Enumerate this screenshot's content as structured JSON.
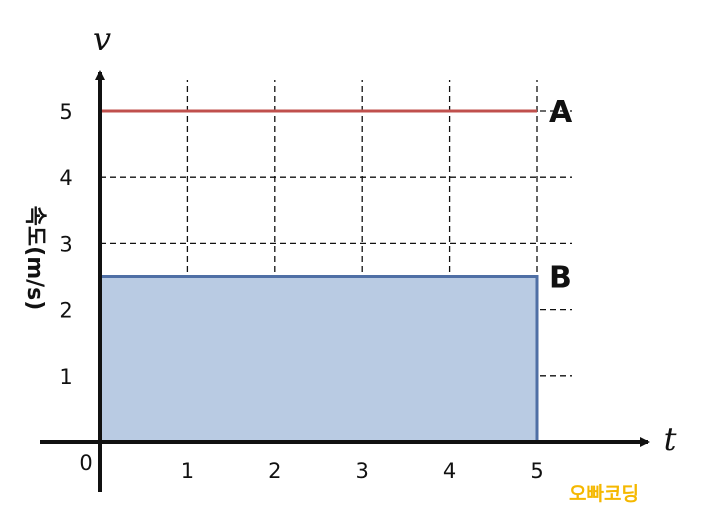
{
  "chart_data": {
    "type": "area",
    "x_axis_variable": "t",
    "y_axis_variable": "v",
    "ylabel": "속도(m/s)",
    "origin_label": "0",
    "x_ticks": [
      "1",
      "2",
      "3",
      "4",
      "5"
    ],
    "y_ticks": [
      "1",
      "2",
      "3",
      "4",
      "5"
    ],
    "xlim": [
      0,
      5
    ],
    "ylim": [
      0,
      5
    ],
    "grid": true,
    "series": [
      {
        "name": "A",
        "x": [
          0,
          5
        ],
        "y": [
          5,
          5
        ],
        "color": "#c0504d"
      },
      {
        "name": "B",
        "x": [
          0,
          5
        ],
        "y": [
          2.5,
          2.5
        ],
        "color": "#4f6fa5",
        "fill": "#b9cbe3"
      }
    ]
  },
  "watermark": "오빠코딩"
}
